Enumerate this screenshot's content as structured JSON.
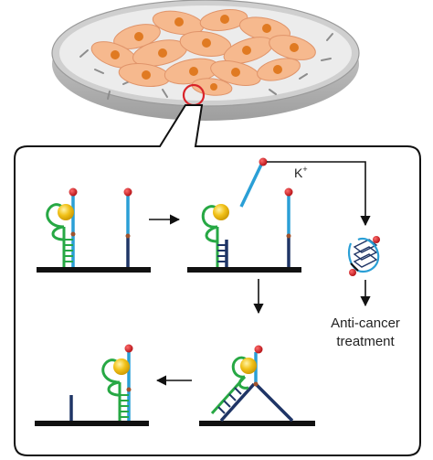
{
  "labels": {
    "potassium": "K",
    "potassium_charge": "+",
    "outcome_line1": "Anti-cancer",
    "outcome_line2": "treatment"
  },
  "colors": {
    "dish_rim": "#c9c9c9",
    "dish_floor": "#e6e6e6",
    "cell_body": "#f6b98e",
    "cell_outline": "#e0946a",
    "nucleus": "#e07a22",
    "magnifier_ring": "#d9242a",
    "panel_border": "#111111",
    "substrate": "#111111",
    "strand_blue": "#2a9fd6",
    "strand_navy": "#1f3566",
    "aptamer_green": "#27a844",
    "gold_particle": "#f2c21a",
    "red_cap": "#d71920",
    "junction_brown": "#a0522d"
  },
  "icons": {
    "culture_dish": "petri-dish-with-cells",
    "magnifier": "zoom-circle",
    "g_quadruplex": "g-quadruplex-icon"
  }
}
